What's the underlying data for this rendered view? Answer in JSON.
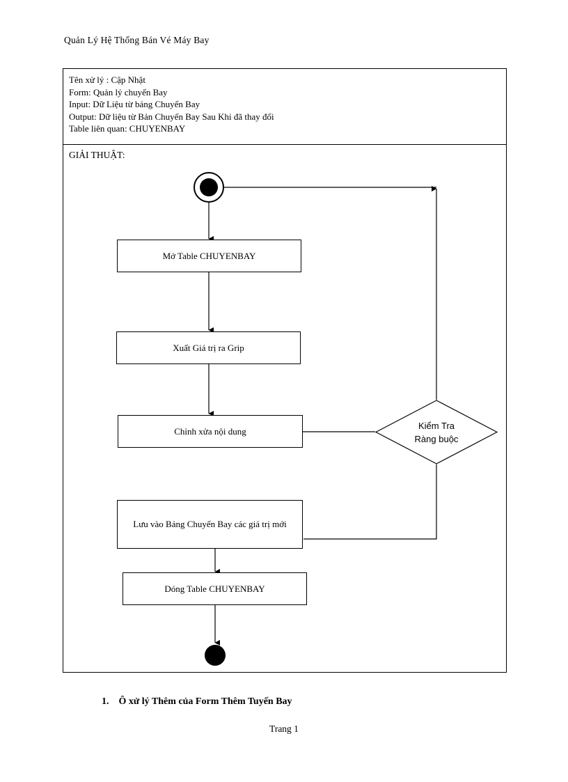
{
  "document": {
    "header": "Quản Lý Hệ Thống Bán Vé Máy Bay",
    "page_number": "Trang 1",
    "footer_item": {
      "number": "1.",
      "text": "Ô xử lý Thêm của Form Thêm Tuyến Bay"
    }
  },
  "info_block": {
    "lines": [
      "Tên xử lý : Cập Nhật",
      "Form:  Quản lý chuyến Bay",
      "Input:  Dữ Liệu từ bảng Chuyến Bay",
      "Output: Dữ liệu từ Bản Chuyến Bay Sau Khi đã thay đổi",
      "Table liên quan: CHUYENBAY"
    ]
  },
  "algorithm": {
    "label": "GIẢI THUẬT:"
  },
  "chart_data": {
    "type": "diagram",
    "title": "GIẢI THUẬT:",
    "diagram_kind": "activity-flowchart",
    "nodes": [
      {
        "id": "start",
        "shape": "initial-node",
        "label": ""
      },
      {
        "id": "open",
        "shape": "rectangle",
        "label": "Mở Table CHUYENBAY"
      },
      {
        "id": "output",
        "shape": "rectangle",
        "label": "Xuất Giá trị ra Grip"
      },
      {
        "id": "edit",
        "shape": "rectangle",
        "label": "Chỉnh xửa nội dung"
      },
      {
        "id": "check",
        "shape": "diamond",
        "label": "Kiểm Tra Ràng buộc",
        "label_lines": [
          "Kiểm Tra",
          "Ràng buộc"
        ]
      },
      {
        "id": "save",
        "shape": "rectangle",
        "label": "Lưu vào Bảng Chuyến Bay các giá trị mới"
      },
      {
        "id": "close",
        "shape": "rectangle",
        "label": "Dóng Table CHUYENBAY"
      },
      {
        "id": "end",
        "shape": "final-node",
        "label": ""
      }
    ],
    "edges": [
      {
        "from": "start",
        "to": "open",
        "label": ""
      },
      {
        "from": "open",
        "to": "output",
        "label": ""
      },
      {
        "from": "output",
        "to": "edit",
        "label": ""
      },
      {
        "from": "edit",
        "to": "check",
        "label": ""
      },
      {
        "from": "check",
        "to": "save",
        "label": ""
      },
      {
        "from": "save",
        "to": "close",
        "label": ""
      },
      {
        "from": "close",
        "to": "end",
        "label": ""
      },
      {
        "from": "check",
        "to": "start",
        "label": ""
      }
    ],
    "colors": {
      "stroke": "#000000",
      "fill": "#ffffff",
      "text": "#000000"
    }
  }
}
